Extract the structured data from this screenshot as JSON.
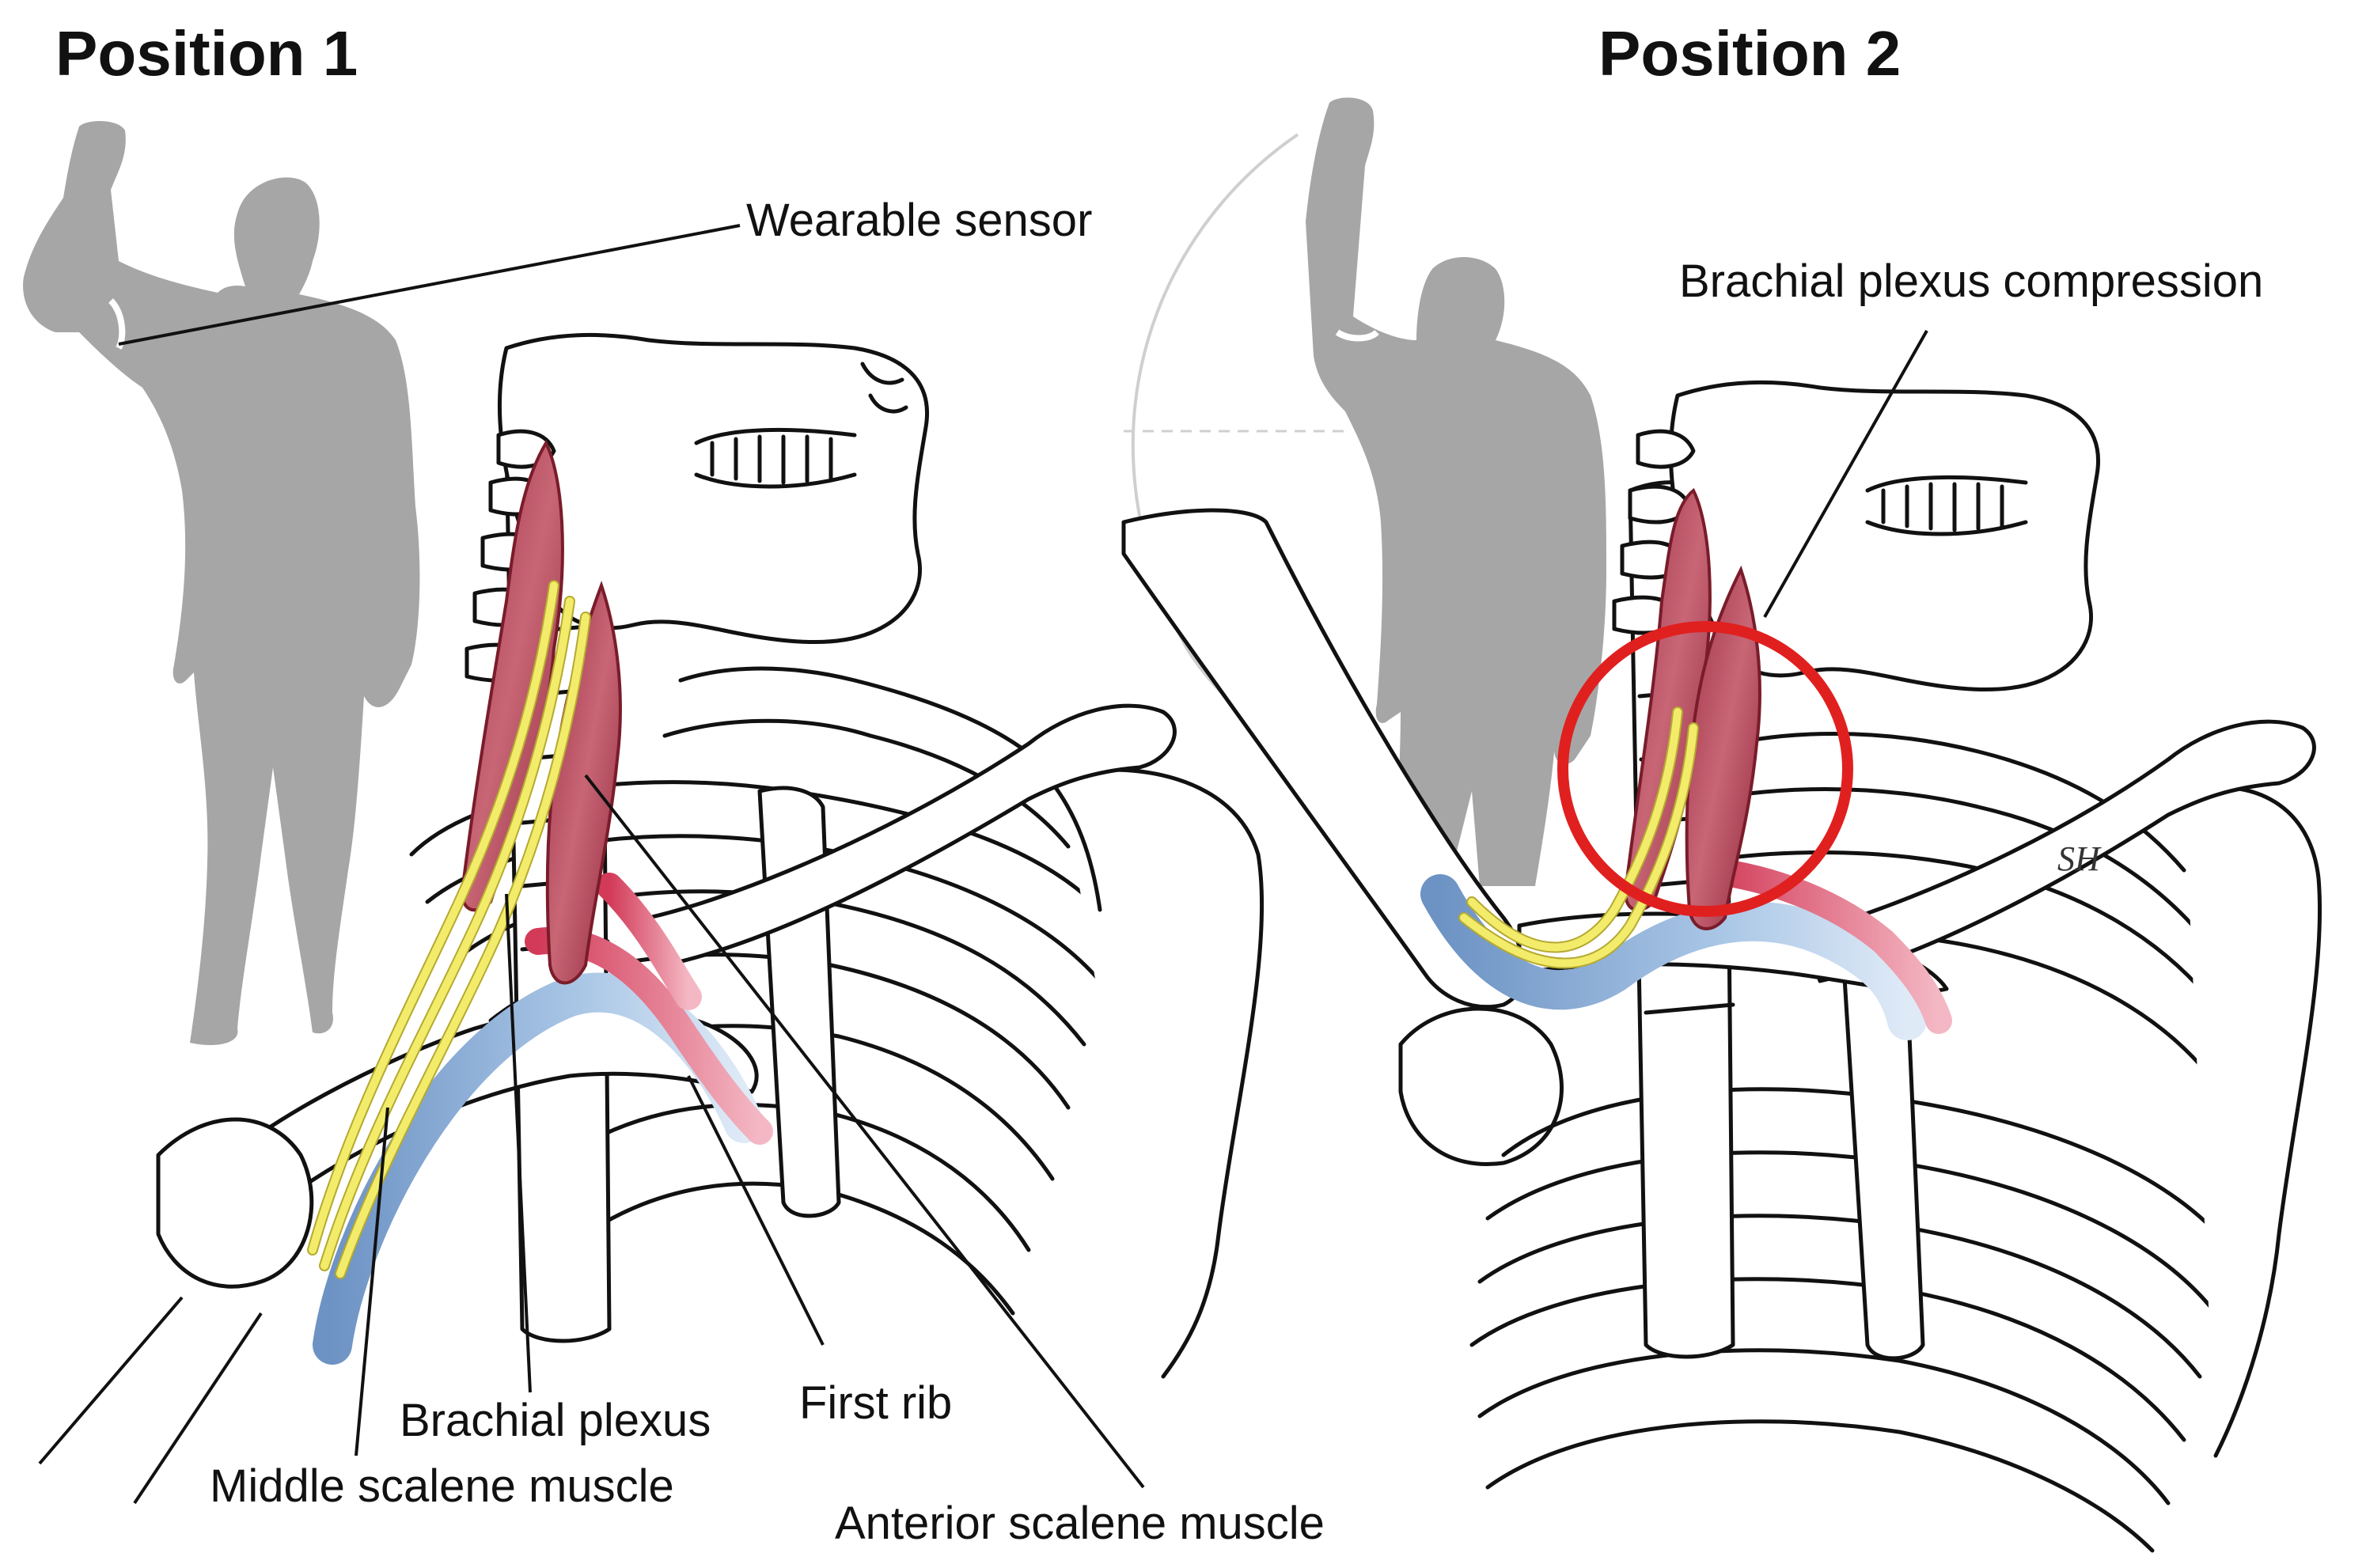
{
  "panels": {
    "left": {
      "title": "Position 1",
      "labels": {
        "sensor": "Wearable sensor",
        "plexus": "Brachial plexus",
        "first_rib": "First rib",
        "middle_scalene": "Middle scalene muscle",
        "anterior_scalene": "Anterior scalene muscle"
      }
    },
    "right": {
      "title": "Position 2",
      "labels": {
        "compression": "Brachial plexus compression"
      }
    }
  },
  "signature": "SH",
  "colors": {
    "silhouette": "#a6a6a6",
    "muscle": "#b54a5c",
    "nerve": "#f2ec6a",
    "vein": "#7fa3cf",
    "artery": "#e0506a",
    "compression_ring": "#e0201f"
  }
}
